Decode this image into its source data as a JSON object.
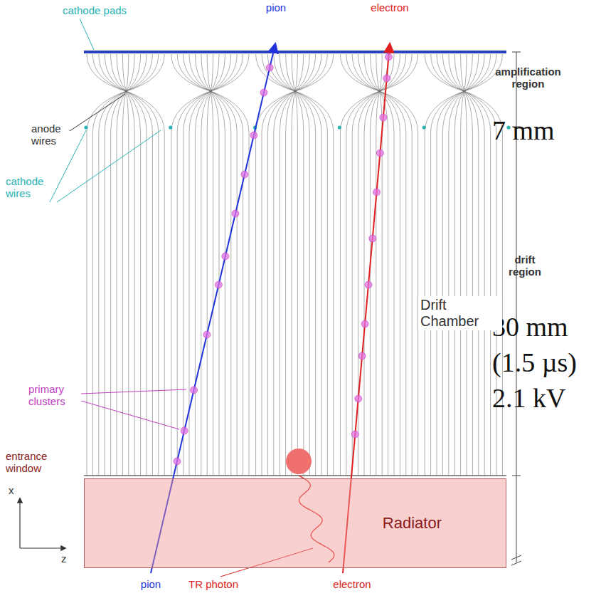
{
  "diagram": {
    "nodes": [
      {
        "text": [
          "Radiator"
        ]
      }
    ],
    "labels": [
      "cathode pads",
      "pion",
      "electron",
      "amplification region",
      "anode wires",
      "7 mm",
      "cathode wires",
      "drift region",
      "30 mm",
      "(1.5 µs)",
      "2.1 kV",
      "Drift Chamber",
      "primary clusters",
      "entrance window",
      "x",
      "z",
      "pion",
      "TR photon",
      "electron"
    ]
  }
}
